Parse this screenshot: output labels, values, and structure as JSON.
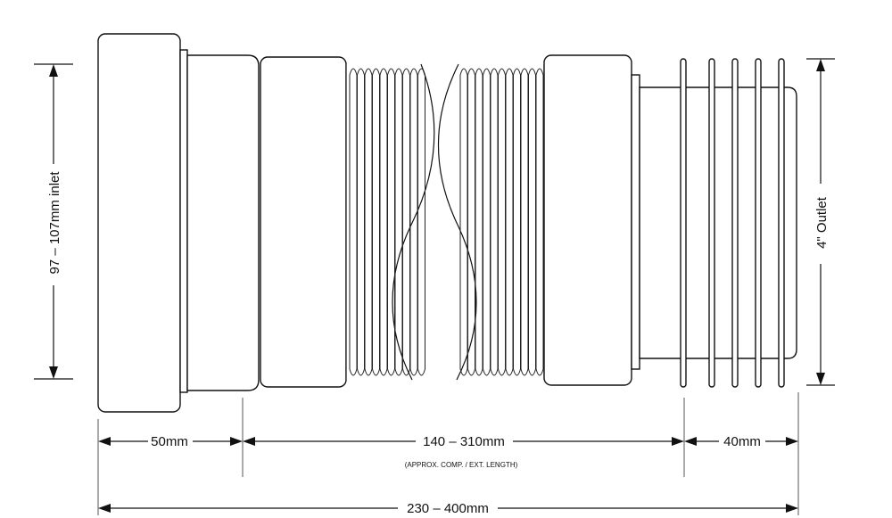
{
  "diagram": {
    "inlet_label": "97 – 107mm inlet",
    "outlet_label": "4\" Outlet",
    "dim_inlet_length": "50mm",
    "dim_flex_length": "140 – 310mm",
    "dim_flex_note": "(APPROX. COMP. / EXT. LENGTH)",
    "dim_outlet_length": "40mm",
    "dim_total_length": "230 – 400mm",
    "colors": {
      "line": "#111111",
      "fill": "#ffffff",
      "guide": "#555555"
    }
  }
}
